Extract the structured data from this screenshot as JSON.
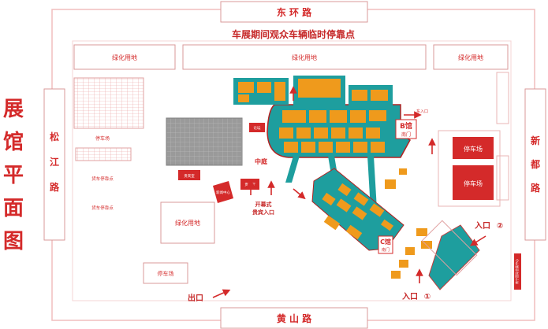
{
  "title": "展馆平面图",
  "title_chars": [
    "展",
    "馆",
    "平",
    "面",
    "图"
  ],
  "parking_notice": "车展期间观众车辆临时停靠点",
  "roads": {
    "north": "东 环 路",
    "south": "黄 山 路",
    "west": [
      "松",
      "江",
      "路"
    ],
    "east": [
      "新",
      "都",
      "路"
    ]
  },
  "green": {
    "top_left": "绿化用地",
    "top_mid": "绿化用地",
    "top_right": "绿化用地",
    "bottom_mid": "绿化用地"
  },
  "parking": {
    "left_lot": "停车场",
    "truck_1": "货车停靠点",
    "truck_2": "货车停靠点",
    "bottom_left": "停车场",
    "east_1": "停车场",
    "east_2": "停车场"
  },
  "labels": {
    "zhongting": "中庭",
    "b_hall": "B馆",
    "b_south_gate": "南门",
    "c_hall": "C馆",
    "c_south_gate": "南门",
    "east_entrance": "东入口",
    "opening_gate": "开幕式",
    "vip_entrance": "贵宾入口",
    "entrance_2": "入口",
    "entrance_2_num": "②",
    "entrance_1": "入口",
    "entrance_1_num": "①",
    "exit": "出口",
    "vip_room": "贵宾室",
    "vip_hall": "贵宾厅",
    "press": "新闻中心",
    "forum": "论坛",
    "vertical_note": "南宁国际会展中心"
  },
  "colors": {
    "red": "#d42a2a",
    "teal": "#1c9c9c",
    "orange": "#ef9a1c",
    "grey_block": "#999999",
    "frame": "#f3c0c0"
  }
}
